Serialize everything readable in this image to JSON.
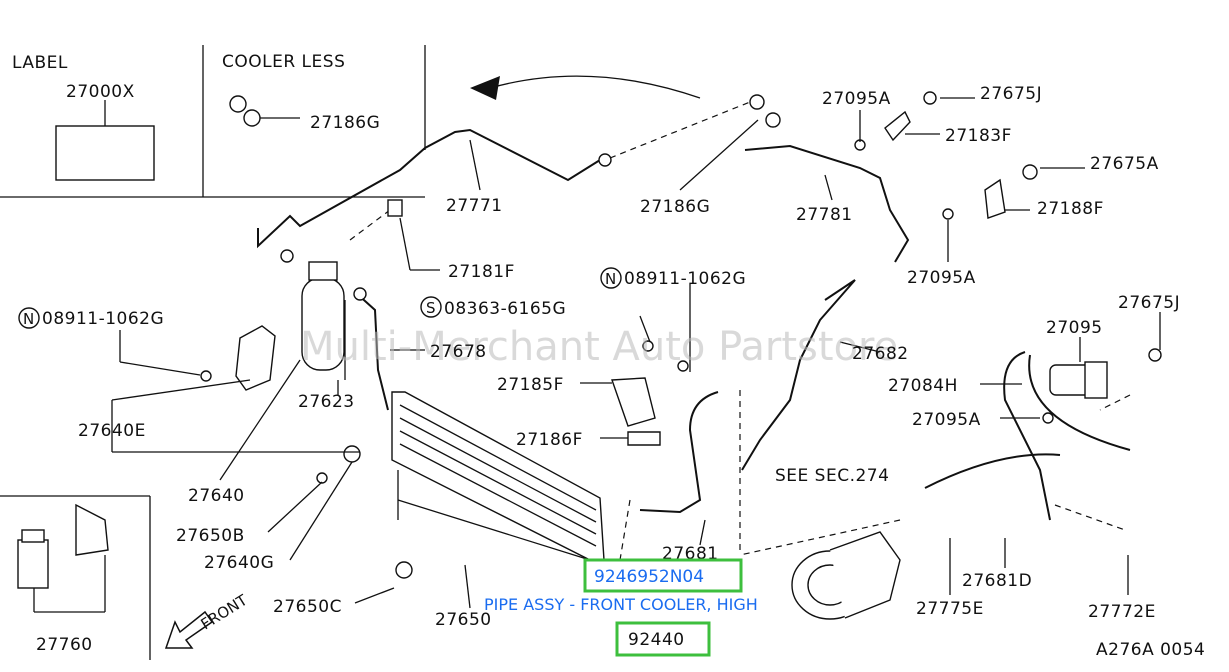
{
  "diagram_code": "A276A 0054",
  "watermark": "Multi-Merchant Auto Partstore",
  "boxes": {
    "label_title": "LABEL",
    "label_part": "27000X",
    "cooler_less_title": "COOLER LESS",
    "cooler_less_part": "27186G"
  },
  "front_label": "FRONT",
  "see_sec": "SEE SEC.274",
  "highlight": {
    "part_number": "9246952N04",
    "description": "PIPE ASSY - FRONT COOLER, HIGH",
    "group_code": "92440",
    "color": "#3dbf3d"
  },
  "callouts": {
    "c27771": "27771",
    "c27186g": "27186G",
    "c27781": "27781",
    "c27095a_top": "27095A",
    "c27675j_top": "27675J",
    "c27183f": "27183F",
    "c27675a": "27675A",
    "c27188f": "27188F",
    "c27095a_mid": "27095A",
    "c27181f": "27181F",
    "n08911_right": "08911-1062G",
    "s08363": "08363-6165G",
    "n08911_left": "08911-1062G",
    "c27678": "27678",
    "c27682": "27682",
    "c27675j_right": "27675J",
    "c27095": "27095",
    "c27084h": "27084H",
    "c27095a_right": "27095A",
    "c27185f": "27185F",
    "c27186f": "27186F",
    "c27623": "27623",
    "c27640e": "27640E",
    "c27640": "27640",
    "c27650b": "27650B",
    "c27640g": "27640G",
    "c27650c": "27650C",
    "c27650": "27650",
    "c27681": "27681",
    "c27681d": "27681D",
    "c27775e": "27775E",
    "c27772e": "27772E",
    "c27760": "27760"
  },
  "icons": [
    "n-circle-icon",
    "s-circle-icon",
    "front-arrow-icon",
    "direction-arrow-icon"
  ]
}
